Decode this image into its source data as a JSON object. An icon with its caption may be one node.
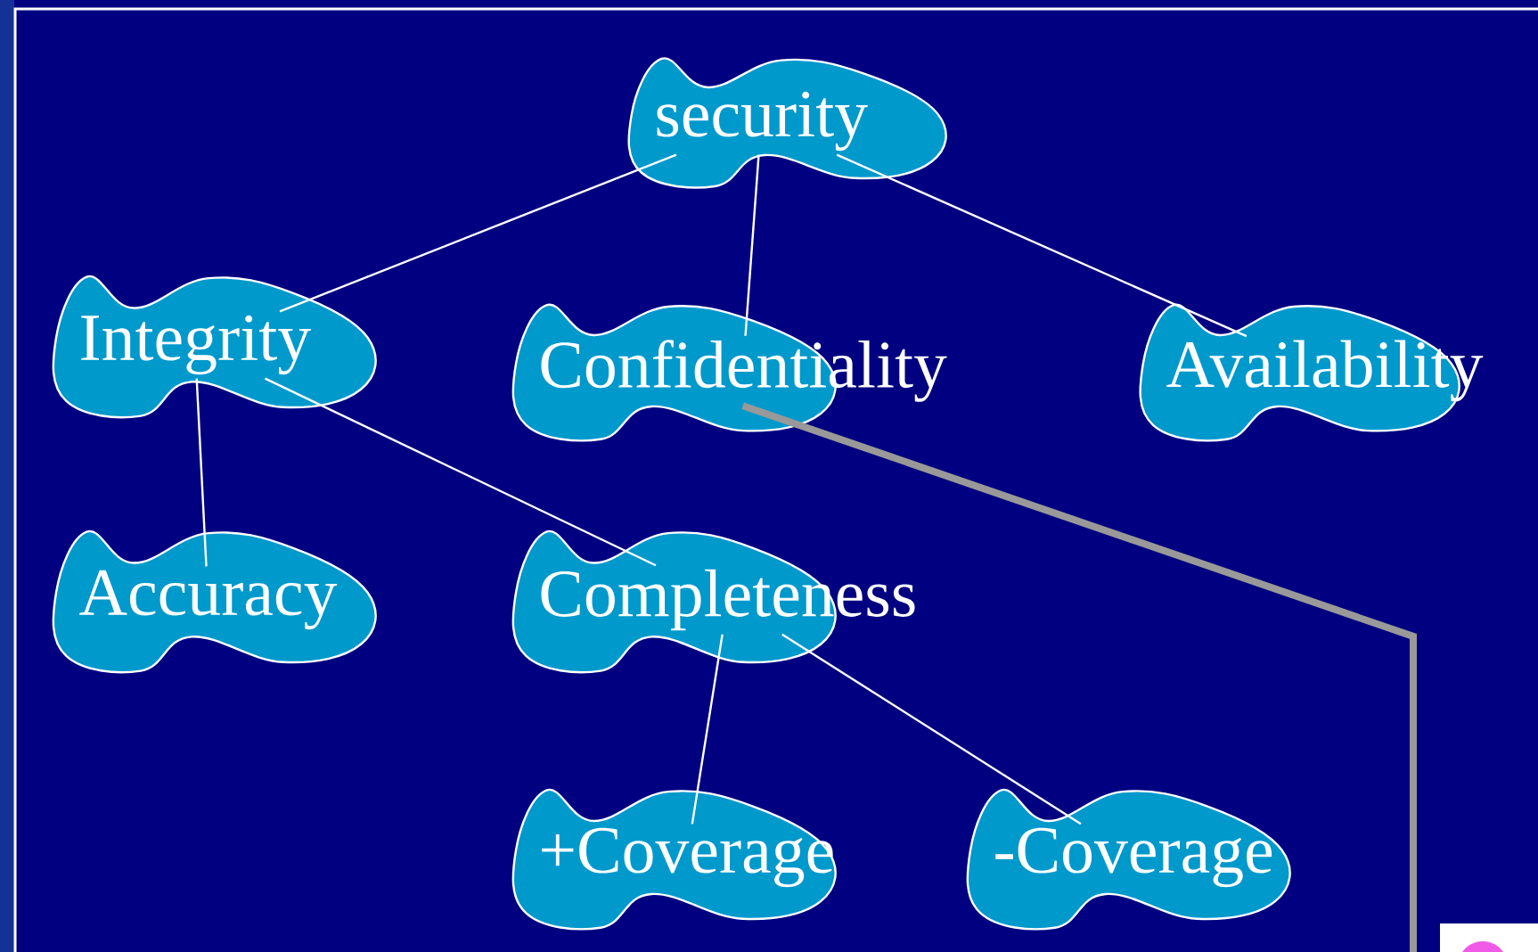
{
  "diagram": {
    "nodes": [
      {
        "text": [
          "security"
        ]
      },
      {
        "text": [
          "Integrity"
        ]
      },
      {
        "text": [
          "Confidentiality"
        ]
      },
      {
        "text": [
          "Availability"
        ]
      },
      {
        "text": [
          "Accuracy"
        ]
      },
      {
        "text": [
          "Completeness"
        ]
      },
      {
        "text": [
          "+Coverage"
        ]
      },
      {
        "text": [
          "-Coverage"
        ]
      }
    ],
    "edges": [
      {
        "from": 0,
        "to": 1,
        "arrow": "none"
      },
      {
        "from": 0,
        "to": 2,
        "arrow": "none"
      },
      {
        "from": 0,
        "to": 3,
        "arrow": "none"
      },
      {
        "from": 1,
        "to": 4,
        "arrow": "none"
      },
      {
        "from": 1,
        "to": 5,
        "arrow": "none"
      },
      {
        "from": 5,
        "to": 6,
        "arrow": "none"
      },
      {
        "from": 5,
        "to": 7,
        "arrow": "none"
      },
      {
        "from": 2,
        "to": null,
        "arrow": "none",
        "style": "thick",
        "color": "#999999"
      }
    ]
  }
}
